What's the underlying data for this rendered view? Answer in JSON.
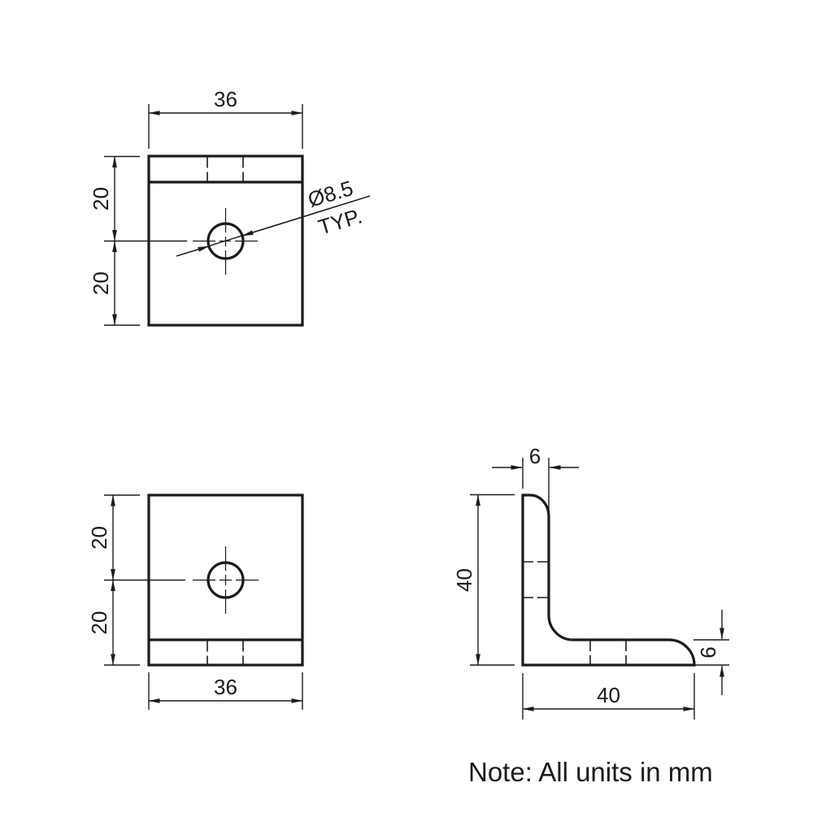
{
  "drawing": {
    "note": "Note: All units in mm",
    "line_color": "#1b1b1b",
    "background_color": "#ffffff",
    "views": {
      "top_view": {
        "width_dim": "36",
        "upper_height_dim": "20",
        "lower_height_dim": "20",
        "hole_callout_diameter": "Ø8.5",
        "hole_callout_qualifier": "TYP."
      },
      "front_view": {
        "upper_height_dim": "20",
        "lower_height_dim": "20",
        "width_dim": "36"
      },
      "side_view": {
        "top_thickness_dim": "6",
        "height_dim": "40",
        "width_dim": "40",
        "right_thickness_dim": "6"
      }
    }
  }
}
